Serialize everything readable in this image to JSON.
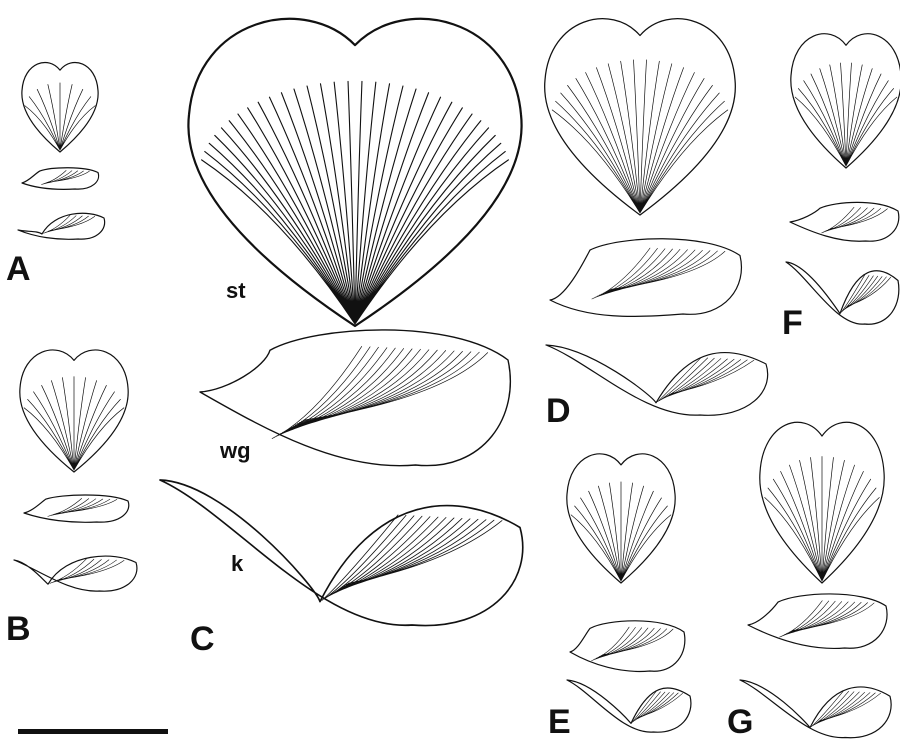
{
  "figure_labels": {
    "A": "A",
    "B": "B",
    "C": "C",
    "D": "D",
    "E": "E",
    "F": "F",
    "G": "G"
  },
  "petal_labels": {
    "standard": "st",
    "wing": "wg",
    "keel": "k"
  },
  "colors": {
    "ink": "#111111",
    "background": "#ffffff"
  }
}
